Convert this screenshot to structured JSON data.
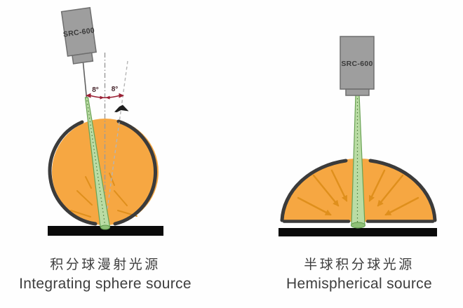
{
  "diagram": {
    "left": {
      "device_label": "SRC-600",
      "angle_left_label": "8°",
      "angle_right_label": "8°",
      "caption_zh": "积分球漫射光源",
      "caption_en": "Integrating sphere source"
    },
    "right": {
      "device_label": "SRC-600",
      "caption_zh": "半球积分球光源",
      "caption_en": "Hemispherical source"
    },
    "colors": {
      "sphere_fill": "#F6A742",
      "diffuse_ray": "#DF8F1C",
      "outline": "#3B3B3B",
      "beam_fill": "#BADCA4",
      "beam_edge": "#69A254",
      "beam_spot": "#8FC077",
      "device_fill": "#9E9E9E",
      "device_border": "#6E6E6E",
      "angle_arc": "#9B2135",
      "axis_dash": "#9A9A9A",
      "sample_surface": "#0A0A0A"
    }
  }
}
